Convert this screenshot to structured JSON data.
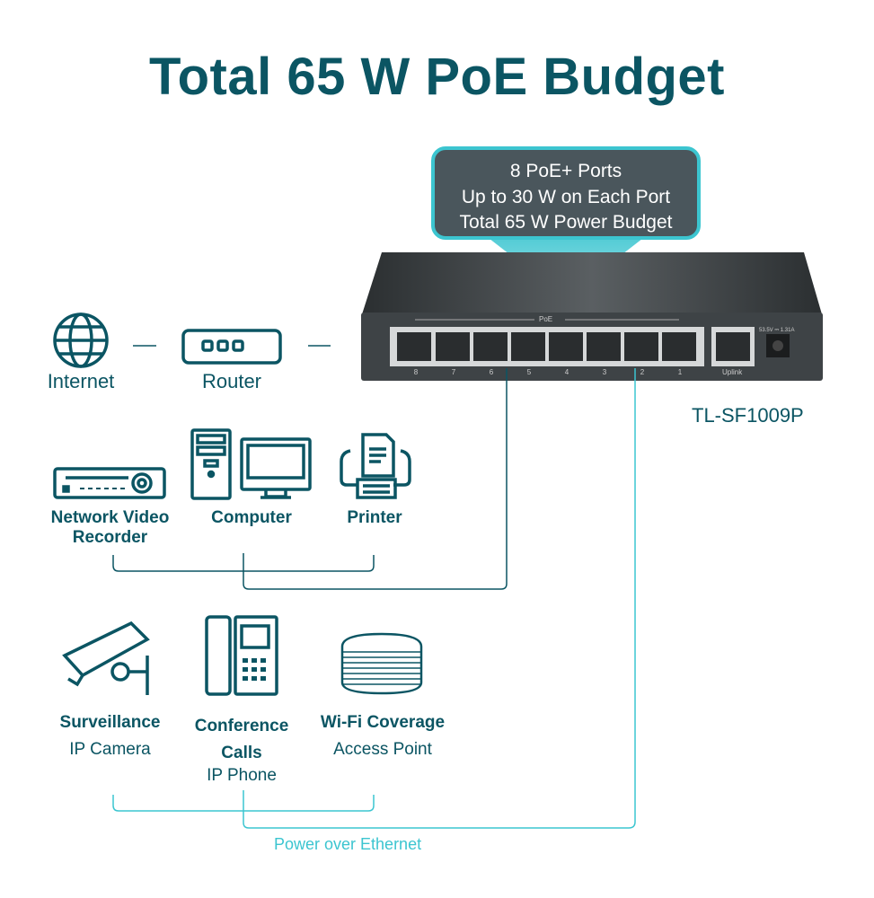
{
  "title": "Total 65 W PoE Budget",
  "callout": [
    "8 PoE+ Ports",
    "Up to 30 W on Each Port",
    "Total 65 W Power Budget"
  ],
  "switch": {
    "model": "TL-SF1009P",
    "poe_label": "PoE",
    "ports": [
      "8",
      "7",
      "6",
      "5",
      "4",
      "3",
      "2",
      "1"
    ],
    "uplink": "Uplink",
    "power_rating": "53.5V ⎓ 1.31A"
  },
  "top_row": {
    "internet": "Internet",
    "router": "Router"
  },
  "middle_row": {
    "nvr": "Network Video Recorder",
    "computer": "Computer",
    "printer": "Printer"
  },
  "bottom_row": {
    "camera": {
      "title": "Surveillance",
      "sub": "IP Camera"
    },
    "phone": {
      "title": "Conference Calls",
      "sub": "IP Phone"
    },
    "ap": {
      "title": "Wi-Fi Coverage",
      "sub": "Access Point"
    }
  },
  "poe_caption": "Power over Ethernet",
  "colors": {
    "teal": "#0b5563",
    "cyan": "#3cc5d0",
    "callout_bg": "#4a565c"
  }
}
